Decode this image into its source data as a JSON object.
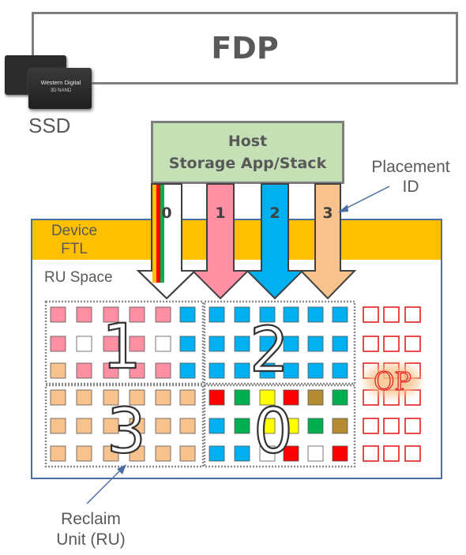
{
  "title": "FDP",
  "ssd": {
    "label": "SSD",
    "chip_brand": "Western Digital",
    "chip_type": "3D NAND",
    "chip_icon": "ssd-chip-icon"
  },
  "host": {
    "line1": "Host",
    "line2": "Storage App/Stack"
  },
  "placement": {
    "line1": "Placement",
    "line2": "ID"
  },
  "device_ftl": {
    "line1": "Device",
    "line2": "FTL"
  },
  "ru_space_label": "RU Space",
  "reclaim": {
    "line1": "Reclaim",
    "line2": "Unit (RU)"
  },
  "arrows": [
    {
      "id": "0",
      "style": "striped",
      "stripe_colors": [
        "#ffc000",
        "#ff0000",
        "#00b050"
      ]
    },
    {
      "id": "1",
      "fill": "#ff8fa3"
    },
    {
      "id": "2",
      "fill": "#00b0f0"
    },
    {
      "id": "3",
      "fill": "#f8c28c"
    }
  ],
  "ru_numbers": [
    "1",
    "2",
    "3",
    "0"
  ],
  "op_label": "OP",
  "colors": {
    "pink": "#ff8fa3",
    "blue": "#00b0f0",
    "orange": "#f8c28c",
    "red": "#ff0000",
    "green": "#00b050",
    "yellow": "#ffff00",
    "brown": "#b58b33",
    "white": "#ffffff",
    "op_border": "#e02020",
    "ftl": "#ffc000",
    "host": "#c5e0b4"
  },
  "grid": [
    [
      "pink",
      "pink",
      "pink",
      "pink",
      "pink",
      "blue",
      "blue",
      "blue",
      "blue",
      "blue",
      "blue",
      "blue",
      "op",
      "op",
      "op"
    ],
    [
      "pink",
      "white",
      "pink",
      "pink",
      "white",
      "blue",
      "blue",
      "blue",
      "blue",
      "blue",
      "blue",
      "blue",
      "op",
      "op",
      "op"
    ],
    [
      "orange",
      "pink",
      "pink",
      "pink",
      "pink",
      "blue",
      "blue",
      "blue",
      "blue",
      "blue",
      "blue",
      "blue",
      "op",
      "op",
      "op"
    ],
    [
      "orange",
      "orange",
      "orange",
      "orange",
      "orange",
      "orange",
      "red",
      "green",
      "yellow",
      "red",
      "brown",
      "green",
      "op",
      "op",
      "op"
    ],
    [
      "orange",
      "orange",
      "orange",
      "orange",
      "orange",
      "orange",
      "blue",
      "green",
      "yellow",
      "yellow",
      "green",
      "brown",
      "op",
      "op",
      "op"
    ],
    [
      "orange",
      "orange",
      "orange",
      "orange",
      "orange",
      "orange",
      "blue",
      "blue",
      "white",
      "red",
      "white",
      "red",
      "op",
      "op",
      "op"
    ]
  ]
}
